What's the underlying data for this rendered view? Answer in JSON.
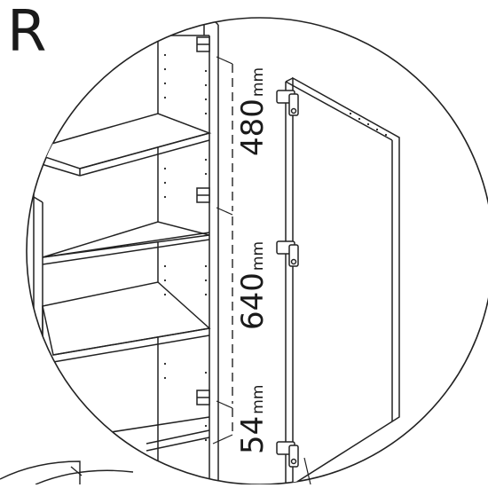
{
  "step_letter": "R",
  "dimensions": [
    {
      "value": "480",
      "unit": "mm"
    },
    {
      "value": "640",
      "unit": "mm"
    },
    {
      "value": "54",
      "unit": "mm"
    }
  ]
}
